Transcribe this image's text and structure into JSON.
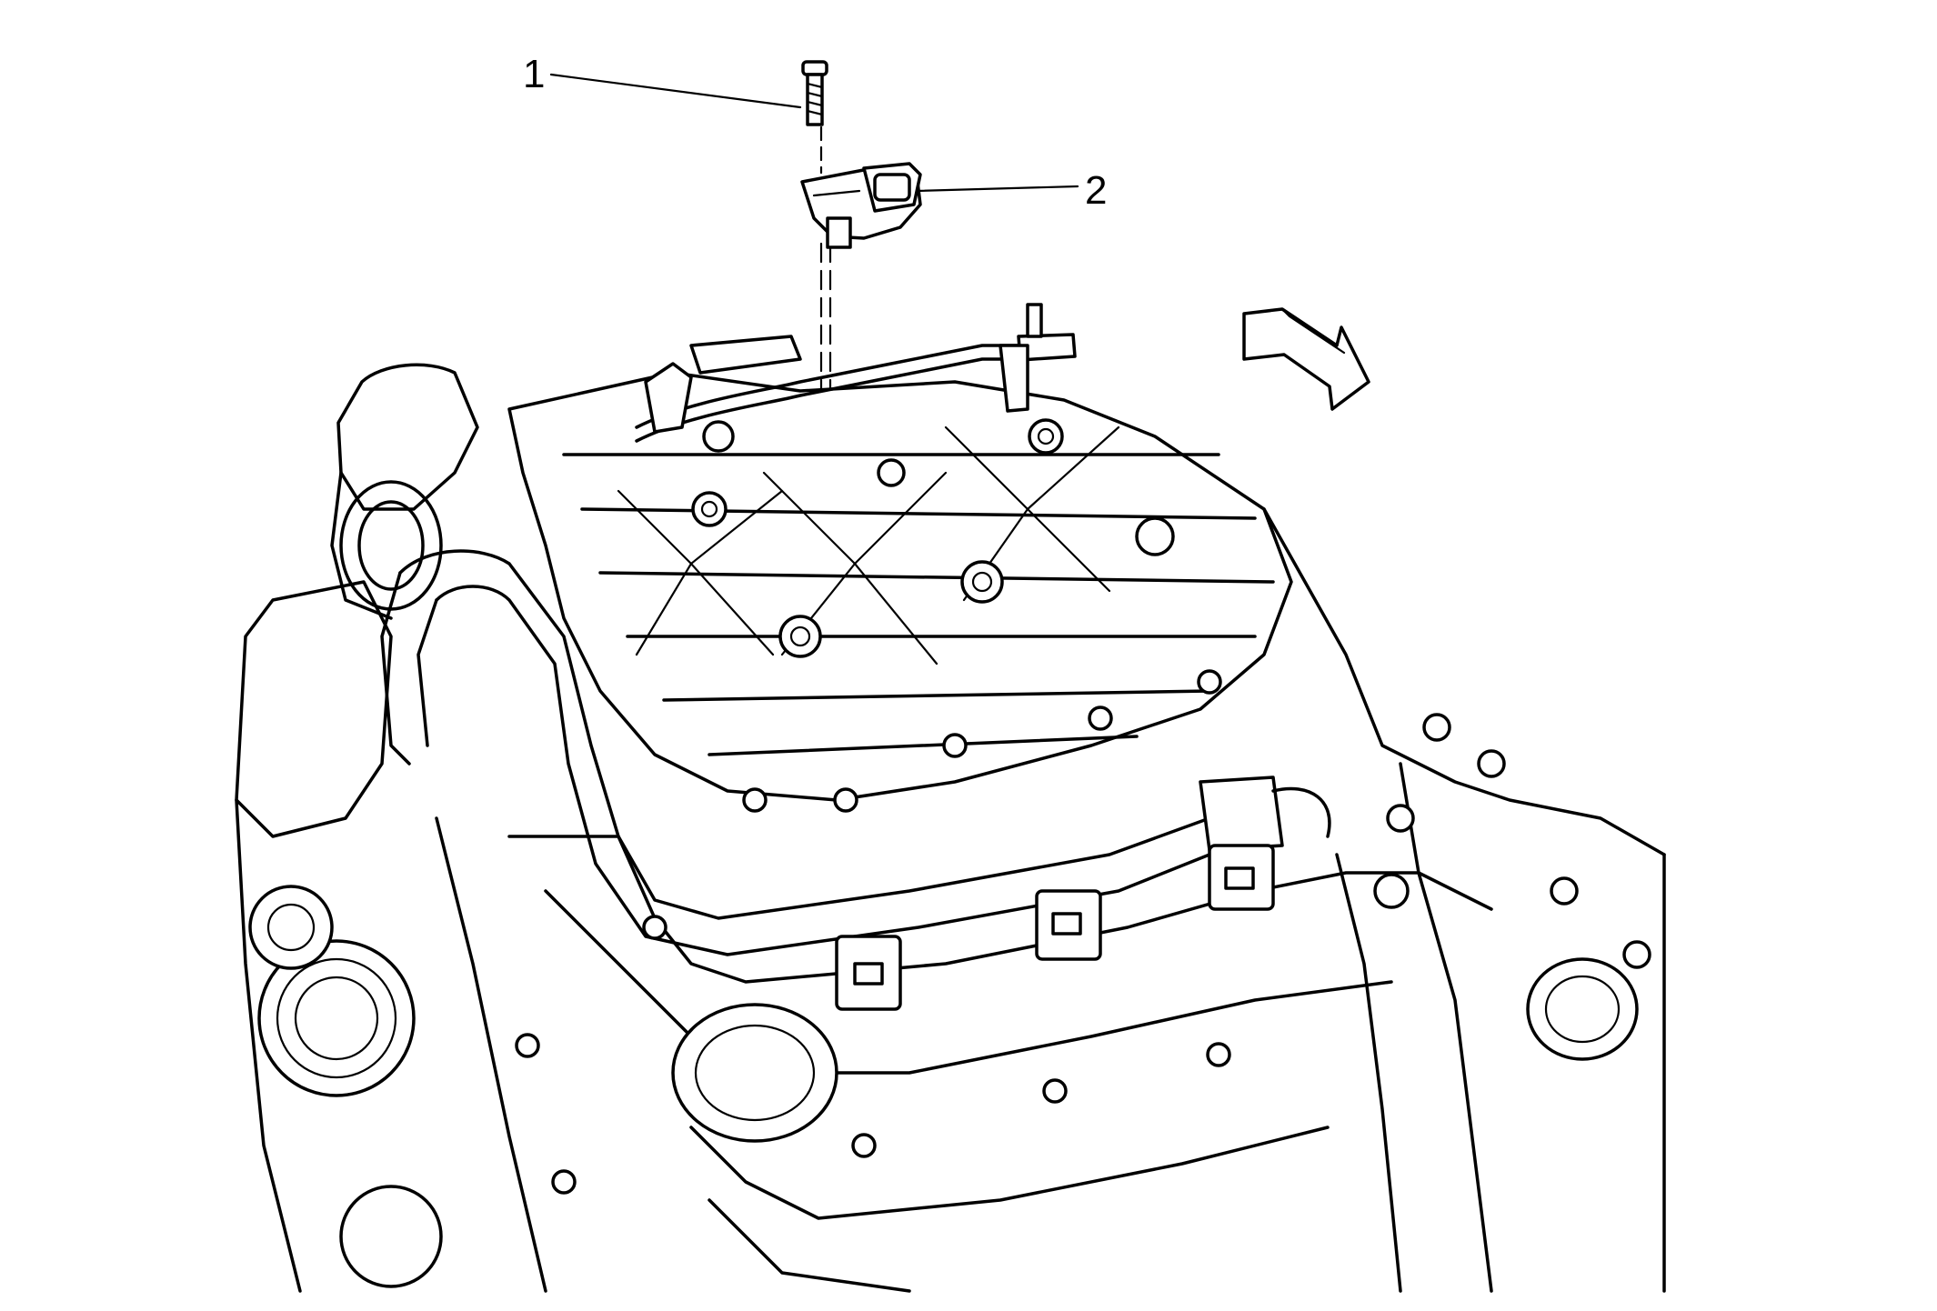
{
  "callouts": [
    {
      "id": "1",
      "label": "1",
      "part": "bolt"
    },
    {
      "id": "2",
      "label": "2",
      "part": "sensor"
    }
  ],
  "colors": {
    "line": "#000000",
    "background": "#ffffff"
  },
  "icons": {
    "view_direction": "view-direction-arrow-icon"
  }
}
